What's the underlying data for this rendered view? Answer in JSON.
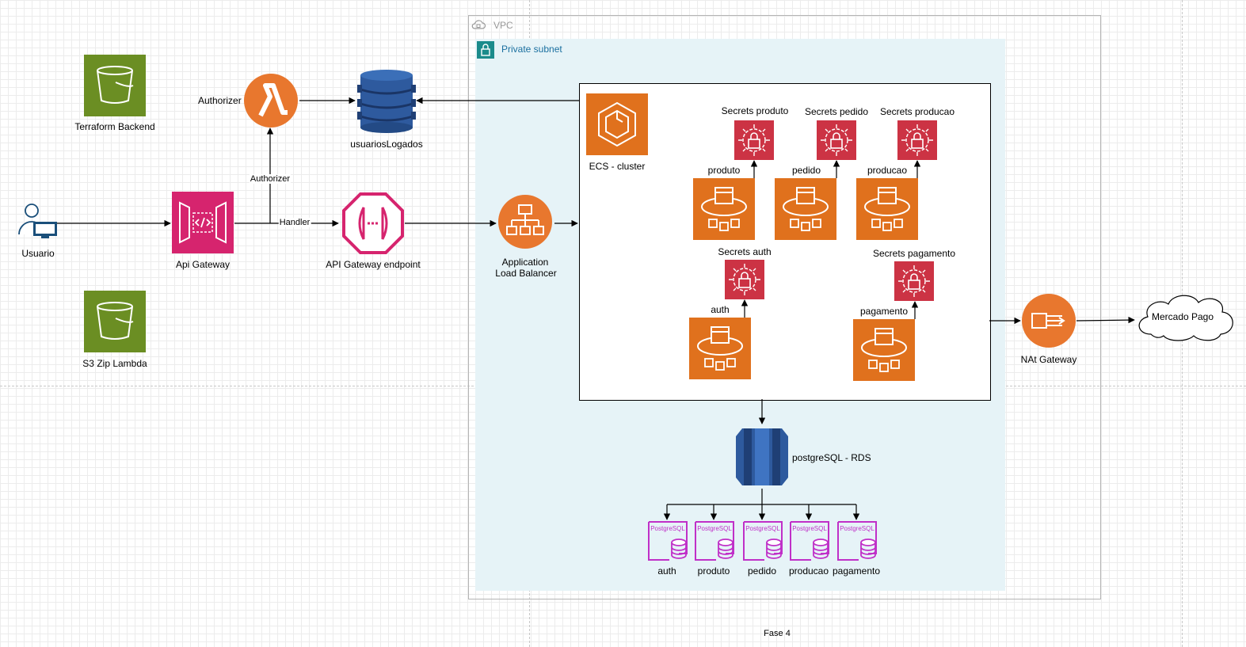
{
  "vpc": {
    "label": "VPC"
  },
  "subnet": {
    "label": "Private subnet"
  },
  "nodes": {
    "terraform_backend": "Terraform Backend",
    "s3_zip_lambda": "S3 Zip Lambda",
    "usuario": "Usuario",
    "api_gateway": "Api Gateway",
    "authorizer": "Authorizer",
    "usuarios_logados": "usuariosLogados",
    "api_gateway_endpoint": "API Gateway endpoint",
    "alb_line1": "Application",
    "alb_line2": "Load Balancer",
    "ecs_cluster": "ECS - cluster",
    "nat_gateway": "NAt Gateway",
    "mercado_pago": "Mercado Pago",
    "postgres_rds": "postgreSQL - RDS"
  },
  "edges": {
    "authorizer": "Authorizer",
    "handler": "Handler"
  },
  "services": [
    {
      "name": "produto",
      "secret": "Secrets produto"
    },
    {
      "name": "pedido",
      "secret": "Secrets pedido"
    },
    {
      "name": "producao",
      "secret": "Secrets producao"
    },
    {
      "name": "auth",
      "secret": "Secrets auth"
    },
    {
      "name": "pagamento",
      "secret": "Secrets pagamento"
    }
  ],
  "databases": {
    "badge": "PostgreSQL",
    "items": [
      "auth",
      "produto",
      "pedido",
      "producao",
      "pagamento"
    ]
  },
  "footer": {
    "page_label": "Fase 4"
  },
  "colors": {
    "bucket_green": "#6b8e23",
    "lambda_orange": "#e8772e",
    "compute_orange": "#e0711d",
    "secrets_red": "#cc3344",
    "api_pink": "#d6246e",
    "dynamo_blue": "#2e5a9e",
    "postgres_purple": "#c030c8",
    "subnet_fill": "#e6f3f7"
  }
}
